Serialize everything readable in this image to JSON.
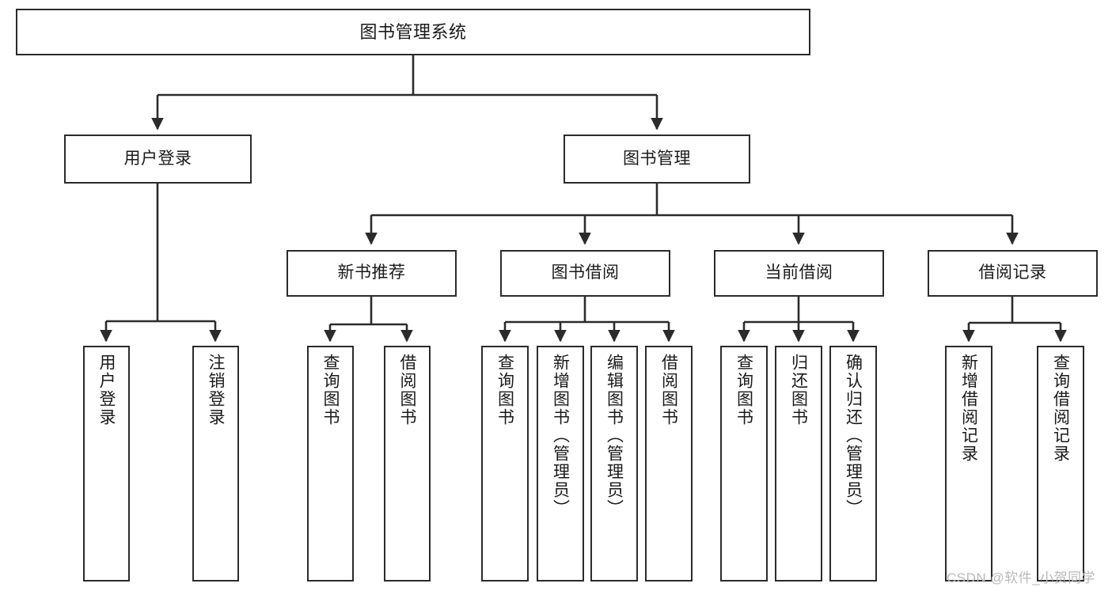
{
  "diagram": {
    "title": "图书管理系统",
    "type": "tree",
    "orientation": "top-down",
    "colors": {
      "box_border": "#2b2b2b",
      "box_fill": "#ffffff",
      "edge": "#2b2b2b",
      "text": "#1a1a1a",
      "watermark": "#b9b9b9",
      "background": "#ffffff"
    },
    "levels": {
      "root": {
        "label": "图书管理系统"
      },
      "level2": [
        {
          "id": "user-login",
          "label": "用户登录"
        },
        {
          "id": "book-manage",
          "label": "图书管理"
        }
      ],
      "level3": [
        {
          "id": "new-book-rec",
          "label": "新书推荐",
          "parent": "book-manage"
        },
        {
          "id": "book-borrow",
          "label": "图书借阅",
          "parent": "book-manage"
        },
        {
          "id": "current-borrow",
          "label": "当前借阅",
          "parent": "book-manage"
        },
        {
          "id": "borrow-record",
          "label": "借阅记录",
          "parent": "book-manage"
        }
      ],
      "leaves": [
        {
          "id": "leaf-user-login",
          "label": "用户登录",
          "parent": "user-login"
        },
        {
          "id": "leaf-user-logout",
          "label": "注销登录",
          "parent": "user-login"
        },
        {
          "id": "leaf-query-book-1",
          "label": "查询图书",
          "parent": "new-book-rec"
        },
        {
          "id": "leaf-borrow-book-1",
          "label": "借阅图书",
          "parent": "new-book-rec"
        },
        {
          "id": "leaf-query-book-2",
          "label": "查询图书",
          "parent": "book-borrow"
        },
        {
          "id": "leaf-add-book",
          "label": "新增图书（管理员）",
          "parent": "book-borrow"
        },
        {
          "id": "leaf-edit-book",
          "label": "编辑图书（管理员）",
          "parent": "book-borrow"
        },
        {
          "id": "leaf-borrow-book-2",
          "label": "借阅图书",
          "parent": "book-borrow"
        },
        {
          "id": "leaf-query-book-3",
          "label": "查询图书",
          "parent": "current-borrow"
        },
        {
          "id": "leaf-return-book",
          "label": "归还图书",
          "parent": "current-borrow"
        },
        {
          "id": "leaf-confirm-return",
          "label": "确认归还（管理员）",
          "parent": "current-borrow"
        },
        {
          "id": "leaf-add-record",
          "label": "新增借阅记录",
          "parent": "borrow-record"
        },
        {
          "id": "leaf-query-record",
          "label": "查询借阅记录",
          "parent": "borrow-record"
        }
      ]
    }
  },
  "watermark": {
    "text": "CSDN @软件_小贺同学"
  }
}
